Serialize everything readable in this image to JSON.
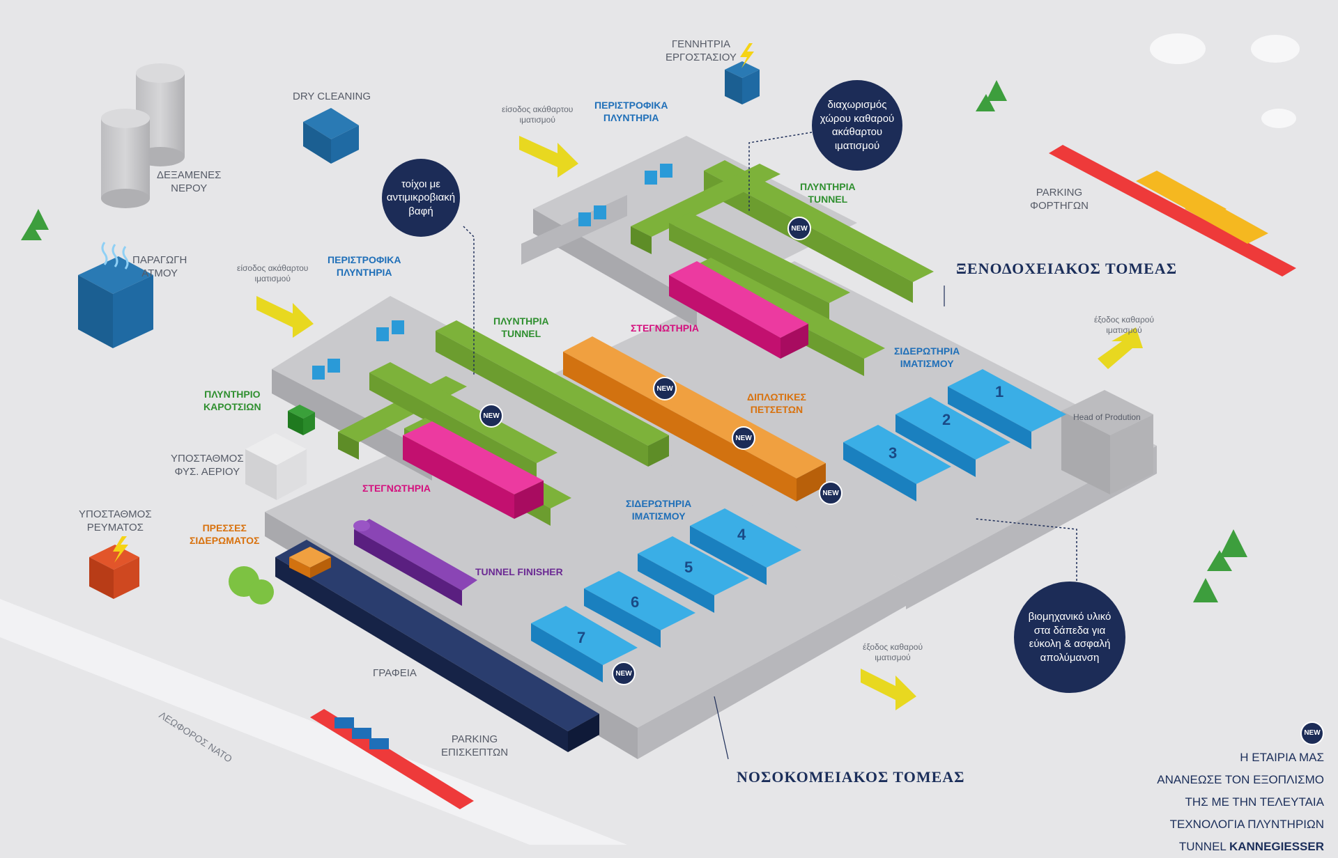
{
  "labels": {
    "water_tanks": "ΔΕΞΑΜΕΝΕΣ\nΝΕΡΟΥ",
    "dry_cleaning": "DRY CLEANING",
    "generator": "ΓΕΝΝΗΤΡΙΑ\nΕΡΓΟΣΤΑΣΙΟΥ",
    "steam": "ΠΑΡΑΓΩΓΗ\nΑΤΜΟΥ",
    "gas_station": "ΥΠΟΣΤΑΘΜΟΣ\nΦΥΣ. ΑΕΡΙΟΥ",
    "power_station": "ΥΠΟΣΤΑΘΜΟΣ\nΡΕΥΜΑΤΟΣ",
    "offices": "ΓΡΑΦΕΙΑ",
    "road": "ΛΕΩΦΟΡΟΣ ΝΑΤΟ",
    "parking_visitors": "PARKING\nΕΠΙΣΚΕΠΤΩΝ",
    "parking_trucks": "PARKING\nΦΟΡΤΗΓΩΝ",
    "head_production": "Head of Prodution",
    "dirty_entry_1": "είσοδος ακάθαρτου\nιματισμού",
    "dirty_entry_2": "είσοδος ακάθαρτου\nιματισμού",
    "clean_exit_1": "έξοδος καθαρού\nιματισμού",
    "clean_exit_2": "έξοδος καθαρού\nιματισμού",
    "rotary_washers_1": "ΠΕΡΙΣΤΡΟΦΙΚΑ\nΠΛΥΝΤΗΡΙΑ",
    "rotary_washers_2": "ΠΕΡΙΣΤΡΟΦΙΚΑ\nΠΛΥΝΤΗΡΙΑ",
    "tunnel_washers_1": "ΠΛΥΝΤΗΡΙΑ\nTUNNEL",
    "tunnel_washers_2": "ΠΛΥΝΤΗΡΙΑ\nTUNNEL",
    "cart_washer": "ΠΛΥΝΤΗΡΙΟ\nΚΑΡΟΤΣΙΩΝ",
    "dryers_1": "ΣΤΕΓΝΩΤΗΡΙΑ",
    "dryers_2": "ΣΤΕΓΝΩΤΗΡΙΑ",
    "towel_folders": "ΔΙΠΛΩΤΙΚΕΣ\nΠΕΤΣΕΤΩΝ",
    "ironers_1": "ΣΙΔΕΡΩΤΗΡΙΑ\nΙΜΑΤΙΣΜΟΥ",
    "ironers_2": "ΣΙΔΕΡΩΤΗΡΙΑ\nΙΜΑΤΙΣΜΟΥ",
    "presses": "ΠΡΕΣΣΕΣ\nΣΙΔΕΡΩΜΑΤΟΣ",
    "tunnel_finisher": "TUNNEL FINISHER"
  },
  "zones": {
    "hotel": "ΞΕΝΟΔΟΧΕΙΑΚΟΣ ΤΟΜΕΑΣ",
    "hospital": "ΝΟΣΟΚΟΜΕΙΑΚΟΣ ΤΟΜΕΑΣ"
  },
  "bubbles": {
    "antimicrobial": "τοίχοι με\nαντιμικροβιακή\nβαφή",
    "separation": "διαχωρισμός\nχώρου καθαρού\nακάθαρτου\nιματισμού",
    "floor": "βιομηχανικό υλικό\nστα δάπεδα για\nεύκολη & ασφαλή\nαπολύμανση"
  },
  "machine_numbers": [
    "1",
    "2",
    "3",
    "4",
    "5",
    "6",
    "7"
  ],
  "new_badge": "NEW",
  "legend": {
    "badge": "NEW",
    "lines": [
      "Η ΕΤΑΙΡΙΑ ΜΑΣ",
      "ΑΝΑΝΕΩΣΕ ΤΟΝ ΕΞΟΠΛΙΣΜΟ",
      "ΤΗΣ ΜΕ ΤΗΝ ΤΕΛΕΥΤΑΙΑ",
      "ΤΕΧΝΟΛΟΓΙΑ ΠΛΥΝΤΗΡΙΩΝ"
    ],
    "last_prefix": "TUNNEL ",
    "last_brand": "KANNEGIESSER"
  },
  "colors": {
    "floor_top": "#c9c9cc",
    "floor_side": "#a9a9ad",
    "washer_green": "#7db23a",
    "dryer_pink": "#e0168a",
    "folder_orange": "#e58a1f",
    "ironer_blue": "#1f9ad6",
    "navy": "#1c2c57",
    "arrow_yellow": "#e8d820",
    "finisher_purple": "#6b2a93"
  }
}
